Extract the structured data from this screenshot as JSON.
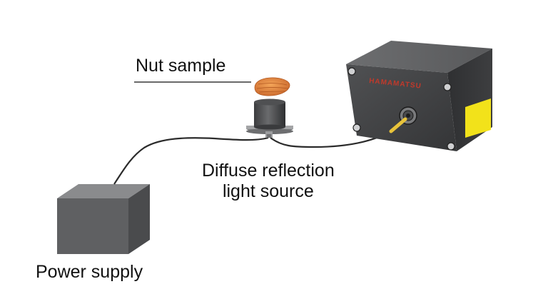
{
  "labels": {
    "nut_sample": "Nut sample",
    "light_source_line1": "Diffuse reflection",
    "light_source_line2": "light source",
    "power_supply": "Power supply"
  },
  "device": {
    "brand_text": "HAMAMATSU",
    "brand_color": "#c0392b",
    "label_patch_color": "#f2e21a"
  },
  "colors": {
    "cable": "#2b2b2b",
    "power_box_front": "#5a5b5d",
    "nut": "#e08a3c",
    "fiber": "#e8c33a"
  }
}
